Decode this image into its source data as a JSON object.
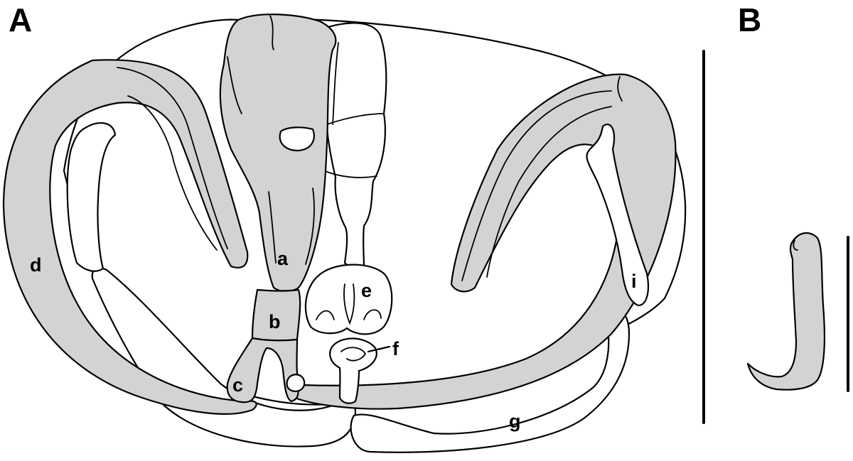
{
  "panels": {
    "a": "A",
    "b": "B"
  },
  "labels": {
    "a": "a",
    "b": "b",
    "c": "c",
    "d": "d",
    "e": "e",
    "f": "f",
    "g": "g",
    "i": "i"
  },
  "colors": {
    "fill": "#d3d3d3",
    "stroke": "#000000"
  }
}
